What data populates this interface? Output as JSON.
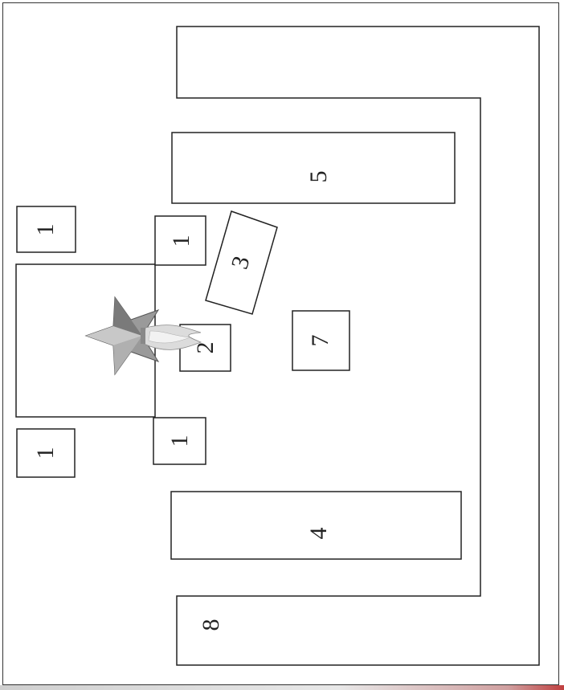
{
  "diagram": {
    "labels": {
      "platform_top": "1",
      "platform_bottom": "1",
      "post_top_right": "1",
      "post_bottom_right": "1",
      "item_2": "2",
      "item_3": "3",
      "item_4": "4",
      "item_5": "5",
      "item_7": "7",
      "item_8": "8"
    },
    "picture": "star-icon"
  }
}
